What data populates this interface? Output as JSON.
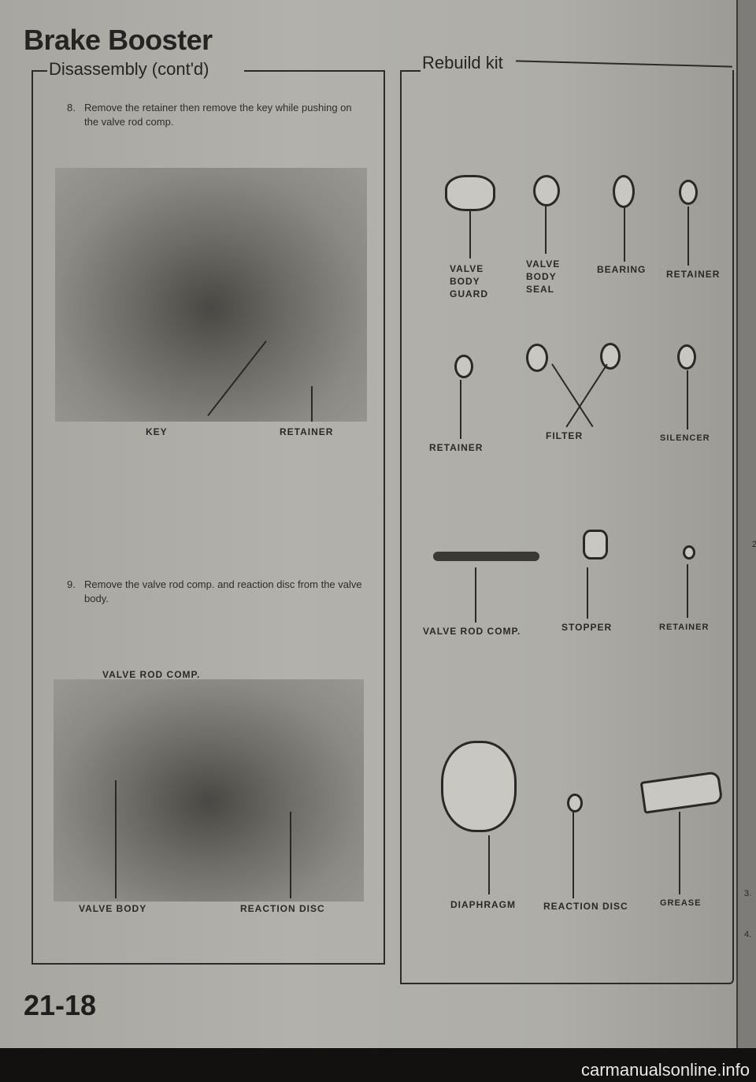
{
  "header": {
    "title": "Brake Booster"
  },
  "left": {
    "section_title": "Disassembly (cont'd)",
    "steps": [
      {
        "num": "8.",
        "text": "Remove the retainer then remove the key while pushing on the valve rod comp.",
        "labels": [
          "KEY",
          "RETAINER"
        ]
      },
      {
        "num": "9.",
        "text": "Remove the valve rod comp. and reaction disc from the valve body.",
        "labels": [
          "VALVE ROD COMP.",
          "VALVE BODY",
          "REACTION DISC"
        ]
      }
    ]
  },
  "right": {
    "section_title": "Rebuild kit",
    "parts": [
      "VALVE BODY GUARD",
      "VALVE BODY SEAL",
      "BEARING",
      "RETAINER",
      "RETAINER",
      "FILTER",
      "SILENCER",
      "VALVE ROD COMP.",
      "STOPPER",
      "RETAINER",
      "DIAPHRAGM",
      "REACTION DISC",
      "GREASE"
    ]
  },
  "adjacent_page": {
    "marks": [
      "2",
      "3.",
      "4."
    ]
  },
  "footer": {
    "page_number": "21-18",
    "watermark": "carmanualsonline.info"
  }
}
